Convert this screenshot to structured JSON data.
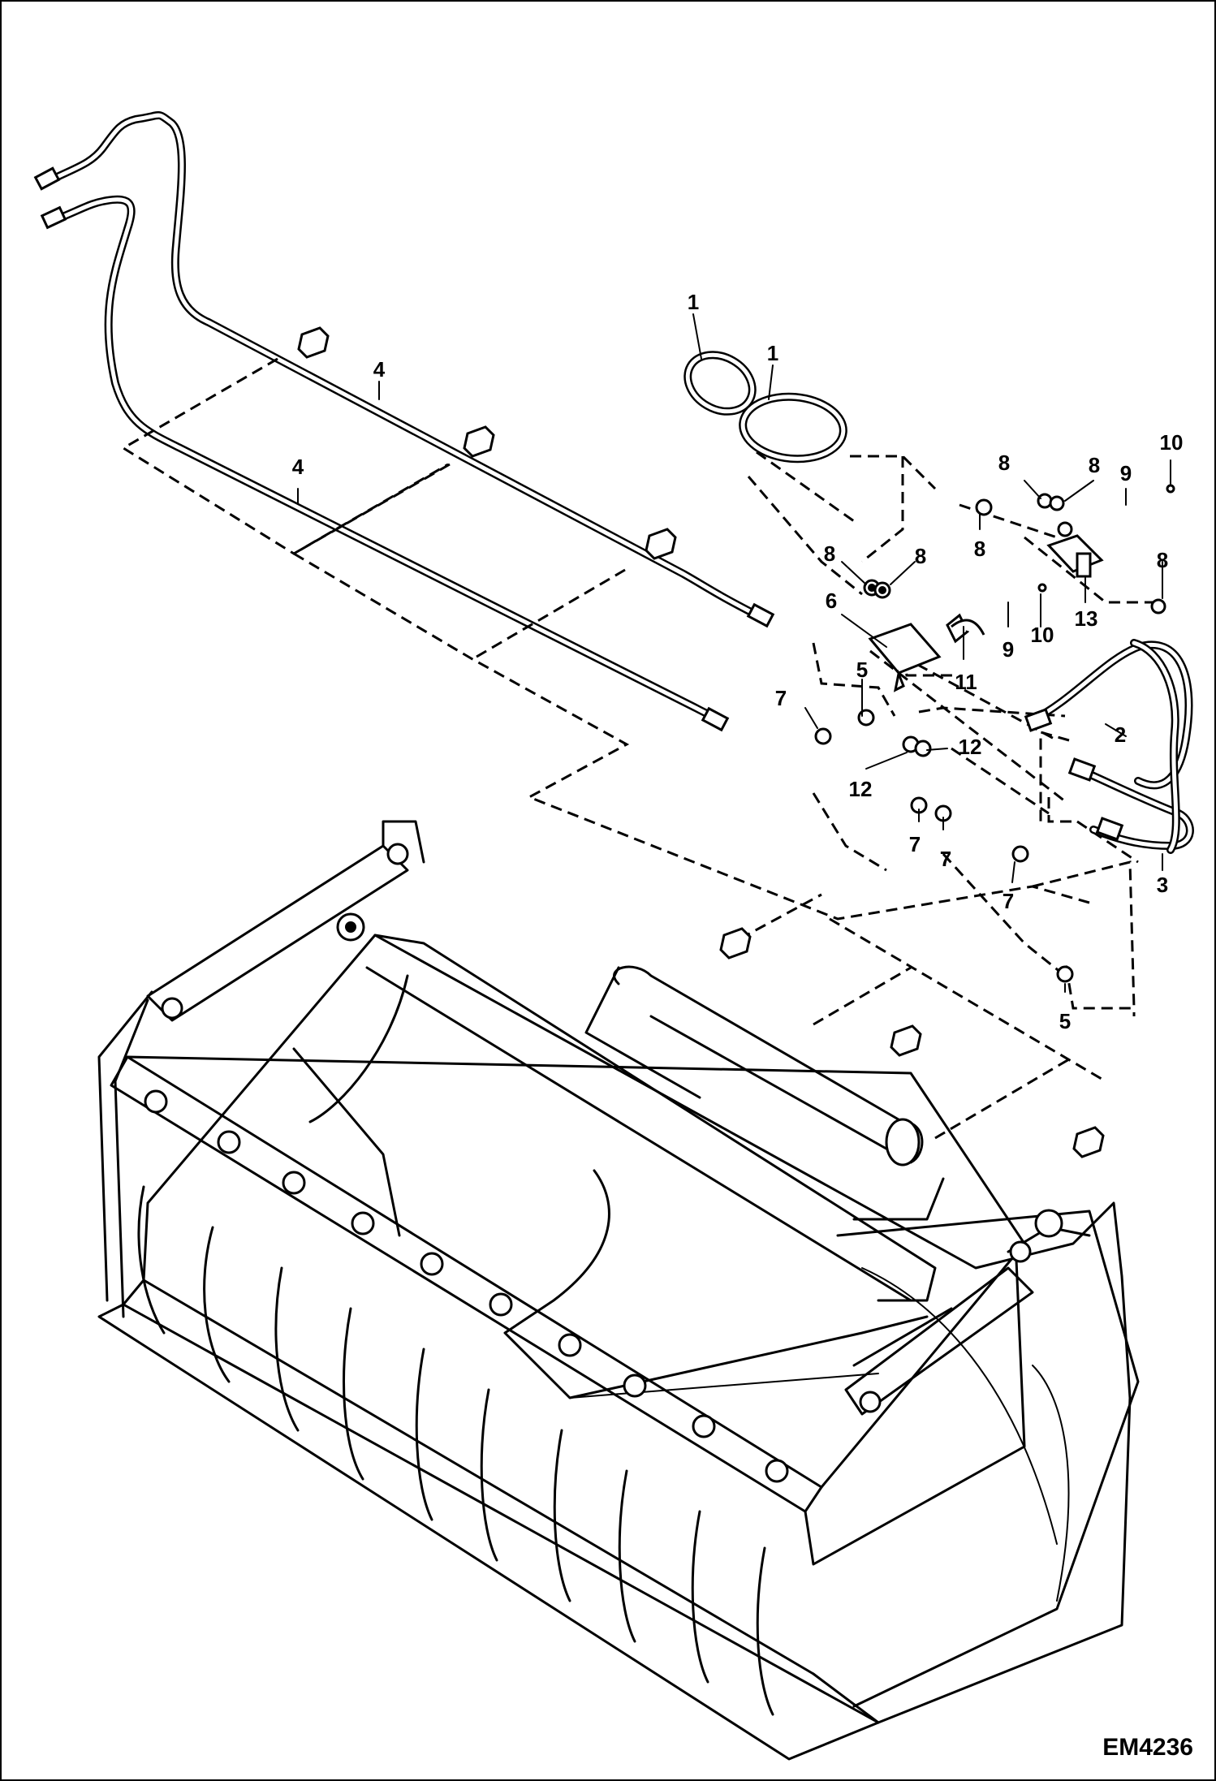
{
  "figure": {
    "code": "EM4236"
  },
  "callouts": [
    {
      "id": "c1a",
      "label": "1"
    },
    {
      "id": "c1b",
      "label": "1"
    },
    {
      "id": "c2",
      "label": "2"
    },
    {
      "id": "c3",
      "label": "3"
    },
    {
      "id": "c4a",
      "label": "4"
    },
    {
      "id": "c4b",
      "label": "4"
    },
    {
      "id": "c5a",
      "label": "5"
    },
    {
      "id": "c5b",
      "label": "5"
    },
    {
      "id": "c6",
      "label": "6"
    },
    {
      "id": "c7a",
      "label": "7"
    },
    {
      "id": "c7b",
      "label": "7"
    },
    {
      "id": "c7c",
      "label": "7"
    },
    {
      "id": "c7d",
      "label": "7"
    },
    {
      "id": "c8a",
      "label": "8"
    },
    {
      "id": "c8b",
      "label": "8"
    },
    {
      "id": "c8c",
      "label": "8"
    },
    {
      "id": "c8d",
      "label": "8"
    },
    {
      "id": "c8e",
      "label": "8"
    },
    {
      "id": "c8f",
      "label": "8"
    },
    {
      "id": "c9a",
      "label": "9"
    },
    {
      "id": "c9b",
      "label": "9"
    },
    {
      "id": "c10a",
      "label": "10"
    },
    {
      "id": "c10b",
      "label": "10"
    },
    {
      "id": "c11",
      "label": "11"
    },
    {
      "id": "c12a",
      "label": "12"
    },
    {
      "id": "c12b",
      "label": "12"
    },
    {
      "id": "c13",
      "label": "13"
    }
  ],
  "icons": {
    "hose": "hose-assembly-icon",
    "clamp": "hose-clamp-icon",
    "fitting": "hydraulic-fitting-icon",
    "bucket": "grapple-bucket-icon"
  }
}
